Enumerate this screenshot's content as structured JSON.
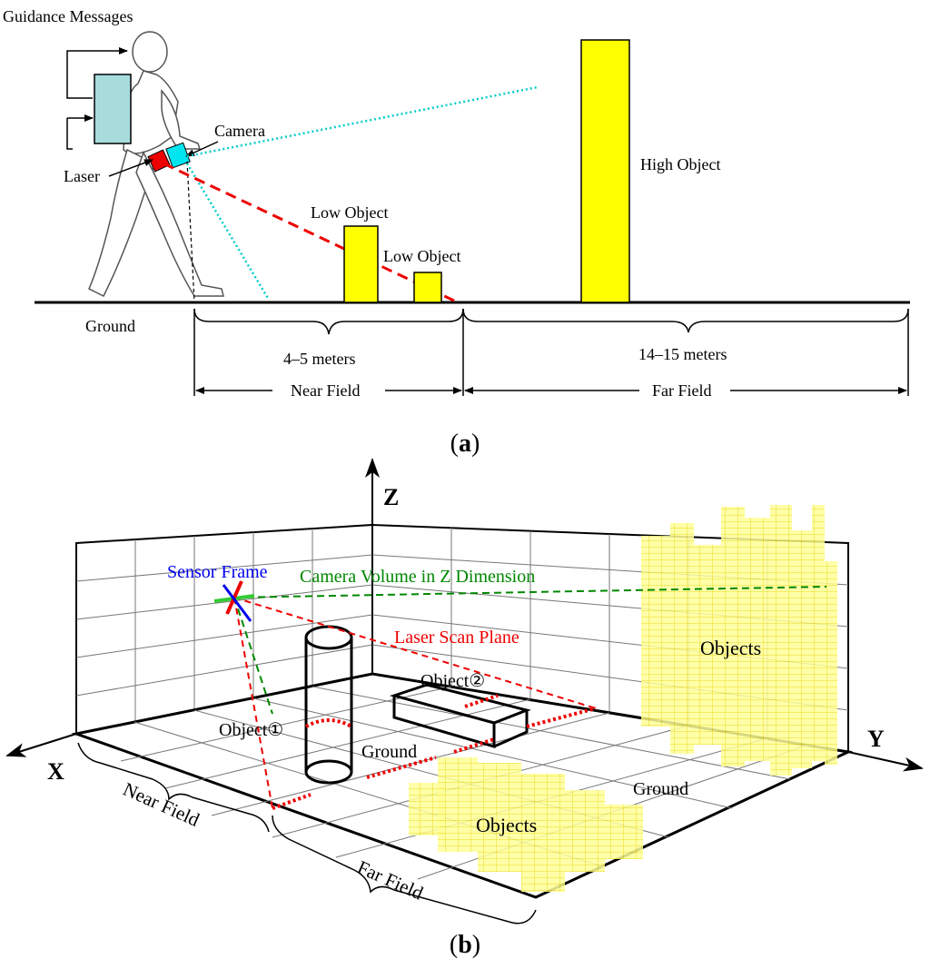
{
  "panel_a": {
    "caption": "a",
    "labels": {
      "guidance_messages": "Guidance Messages",
      "camera": "Camera",
      "laser": "Laser",
      "low_object_1": "Low Object",
      "low_object_2": "Low Object",
      "high_object": "High Object",
      "ground": "Ground",
      "near_distance": "4–5 meters",
      "far_distance": "14–15 meters",
      "near_field": "Near Field",
      "far_field": "Far Field"
    }
  },
  "panel_b": {
    "caption": "b",
    "labels": {
      "axis_z": "Z",
      "axis_x": "X",
      "axis_y": "Y",
      "sensor_frame": "Sensor Frame",
      "camera_volume": "Camera Volume in Z Dimension",
      "laser_scan_plane": "Laser Scan Plane",
      "object_1": "Object①",
      "object_2": "Object②",
      "ground_1": "Ground",
      "ground_2": "Ground",
      "objects_wall": "Objects",
      "objects_floor": "Objects",
      "near_field": "Near Field",
      "far_field": "Far Field"
    }
  },
  "colors": {
    "object_fill": "#ffff00",
    "device": "#a8dcdc",
    "camera": "#00e5ee",
    "laser": "#ee0000",
    "laser_line": "#ee0000",
    "camera_line": "#00cccc",
    "sensor_text": "#0000ee",
    "camera_volume_text": "#008800",
    "laser_text": "#ee0000",
    "grid": "#777777"
  }
}
